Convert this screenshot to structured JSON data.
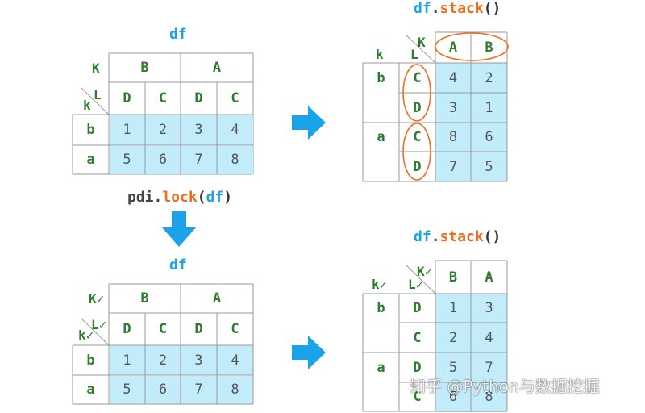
{
  "top_left": {
    "caption": "df",
    "level_names": {
      "K": "K",
      "L": "L",
      "k": "k"
    },
    "outer_columns": [
      "B",
      "A"
    ],
    "inner_columns": [
      "D",
      "C",
      "D",
      "C"
    ],
    "rows": [
      {
        "label": "b",
        "values": [
          "1",
          "2",
          "3",
          "4"
        ]
      },
      {
        "label": "a",
        "values": [
          "5",
          "6",
          "7",
          "8"
        ]
      }
    ]
  },
  "middle_caption": {
    "obj": "pdi",
    "dot": ".",
    "func": "lock",
    "open": "(",
    "arg": "df",
    "close": ")"
  },
  "bottom_left": {
    "caption": "df",
    "level_names": {
      "K": "K✓",
      "L": "L✓",
      "k": "k✓"
    },
    "outer_columns": [
      "B",
      "A"
    ],
    "inner_columns": [
      "D",
      "C",
      "D",
      "C"
    ],
    "rows": [
      {
        "label": "b",
        "values": [
          "1",
          "2",
          "3",
          "4"
        ]
      },
      {
        "label": "a",
        "values": [
          "5",
          "6",
          "7",
          "8"
        ]
      }
    ]
  },
  "top_right": {
    "caption": {
      "obj": "df",
      "dot": ".",
      "func": "stack",
      "parens": "()"
    },
    "level_names": {
      "K": "K",
      "L": "L",
      "k": "k"
    },
    "columns": [
      "A",
      "B"
    ],
    "rows": [
      {
        "outer": "b",
        "inner": "C",
        "values": [
          "4",
          "2"
        ]
      },
      {
        "outer": "",
        "inner": "D",
        "values": [
          "3",
          "1"
        ]
      },
      {
        "outer": "a",
        "inner": "C",
        "values": [
          "8",
          "6"
        ]
      },
      {
        "outer": "",
        "inner": "D",
        "values": [
          "7",
          "5"
        ]
      }
    ],
    "highlight_color": "#f06c1e"
  },
  "bottom_right": {
    "caption": {
      "obj": "df",
      "dot": ".",
      "func": "stack",
      "parens": "()"
    },
    "level_names": {
      "K": "K✓",
      "L": "L✓",
      "k": "k✓"
    },
    "columns": [
      "B",
      "A"
    ],
    "rows": [
      {
        "outer": "b",
        "inner": "D",
        "values": [
          "1",
          "3"
        ]
      },
      {
        "outer": "",
        "inner": "C",
        "values": [
          "2",
          "4"
        ]
      },
      {
        "outer": "a",
        "inner": "D",
        "values": [
          "5",
          "7"
        ]
      },
      {
        "outer": "",
        "inner": "C",
        "values": [
          "6",
          "8"
        ]
      }
    ]
  },
  "colors": {
    "header_text": "#2e7d2e",
    "value_bg": "#c3ecfa",
    "arrow": "#1aa3e8",
    "code_blue": "#1aa3e8",
    "code_orange": "#f06c1e"
  },
  "icons": {
    "arrow_right": "arrow-right-icon",
    "arrow_down": "arrow-down-icon"
  },
  "watermark": "知乎 @Python与数据挖掘"
}
